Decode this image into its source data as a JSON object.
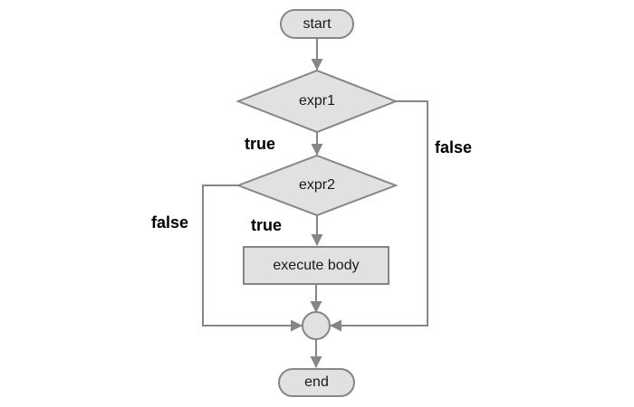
{
  "nodes": {
    "start": {
      "label": "start"
    },
    "expr1": {
      "label": "expr1"
    },
    "expr2": {
      "label": "expr2"
    },
    "execute_body": {
      "label": "execute body"
    },
    "end": {
      "label": "end"
    }
  },
  "edge_labels": {
    "expr1_true": "true",
    "expr1_false": "false",
    "expr2_true": "true",
    "expr2_false": "false"
  },
  "colors": {
    "node_fill": "#e1e1e1",
    "node_border": "#868686",
    "connector": "#868686",
    "edge_label_text": "#000000",
    "node_text": "#1a1a1a",
    "background": "#ffffff"
  }
}
